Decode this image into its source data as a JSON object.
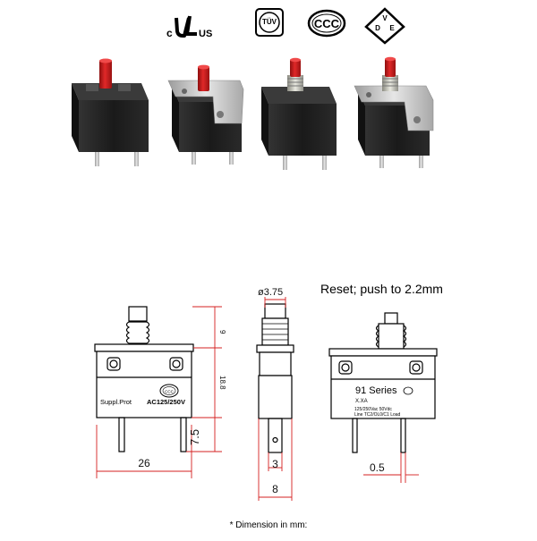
{
  "certifications": {
    "ul": {
      "prefix": "c",
      "mark": "UL",
      "suffix": "US"
    },
    "tuv": {
      "mark": "TÜV"
    },
    "ccc": {
      "mark": "CCC"
    },
    "vde": {
      "letters": [
        "V",
        "D",
        "E"
      ]
    }
  },
  "drawing_front": {
    "label": "Suppl.Prot",
    "rating": "AC125/250V",
    "ccc_mark": "CCC",
    "dim_width": "26",
    "dim_body_height": "18.8",
    "dim_button_height": "9",
    "dim_terminal": "7.5"
  },
  "drawing_side": {
    "dim_button_diameter": "ø3.75",
    "dim_terminal_width": "3",
    "dim_depth": "8"
  },
  "drawing_back": {
    "reset_note": "Reset; push to 2.2mm",
    "series": "91 Series",
    "model": "X.XA",
    "rating_line": "125/250Vac 50Vdc",
    "load_line": "Line  TC2/OL0/C1 Load",
    "dim_terminal_thickness": "0.5"
  },
  "footnote": "* Dimension in mm:",
  "colors": {
    "button_red": "#d11a1a",
    "body_black": "#1c1c1c",
    "bracket_silver": "#c8c8c8",
    "dimension_red": "#d42020"
  }
}
